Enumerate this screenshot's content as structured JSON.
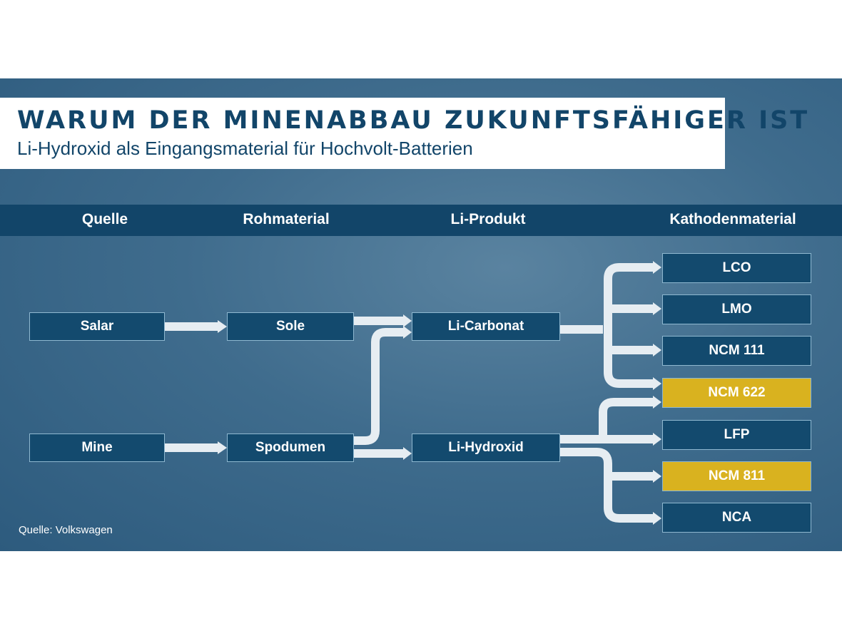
{
  "title": "WARUM DER MINENABBAU ZUKUNFTSFÄHIGER IST",
  "subtitle": "Li-Hydroxid als Eingangsmaterial für Hochvolt-Batterien",
  "columns": [
    "Quelle",
    "Rohmaterial",
    "Li-Produkt",
    "Kathodenmaterial"
  ],
  "nodes": {
    "salar": "Salar",
    "mine": "Mine",
    "sole": "Sole",
    "spodumen": "Spodumen",
    "li_carbonat": "Li-Carbonat",
    "li_hydroxid": "Li-Hydroxid",
    "cathodes": [
      "LCO",
      "LMO",
      "NCM 111",
      "NCM 622",
      "LFP",
      "NCM 811",
      "NCA"
    ]
  },
  "highlighted": [
    "NCM 622",
    "NCM 811"
  ],
  "colors": {
    "box": "#134a6e",
    "highlight": "#d9b21f",
    "band": "#124569"
  },
  "source": "Quelle: Volkswagen"
}
